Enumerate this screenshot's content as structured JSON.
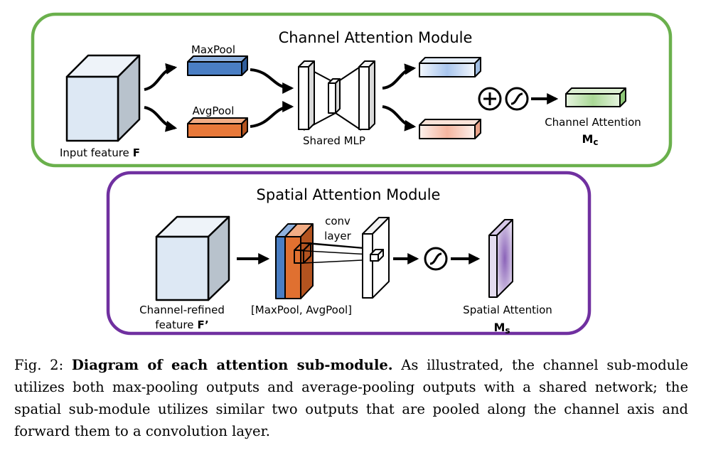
{
  "channel_module": {
    "title": "Channel Attention Module",
    "input_label": "Input feature",
    "input_symbol": "F",
    "maxpool_label": "MaxPool",
    "avgpool_label": "AvgPool",
    "mlp_label": "Shared MLP",
    "output_label": "Channel Attention",
    "output_symbol": "M",
    "output_subscript": "c"
  },
  "spatial_module": {
    "title": "Spatial Attention Module",
    "input_label_line1": "Channel-refined",
    "input_label_line2": "feature",
    "input_symbol": "F’",
    "concat_label": "[MaxPool, AvgPool]",
    "conv_label_line1": "conv",
    "conv_label_line2": "layer",
    "output_label": "Spatial Attention",
    "output_symbol": "M",
    "output_subscript": "s"
  },
  "caption": {
    "prefix": "Fig. 2:",
    "title": "Diagram of each attention sub-module.",
    "body": "As illustrated, the channel sub-module utilizes both max-pooling outputs and average-pooling outputs with a shared network; the spatial sub-module utilizes similar two outputs that are pooled along the channel axis and forward them to a convolution layer."
  },
  "colors": {
    "channel_border": "#6ab04c",
    "spatial_border": "#7030a0",
    "maxpool_blue": "#4a7ec4",
    "avgpool_orange": "#e8793a",
    "cube_front": "#dde8f4",
    "cube_side": "#b8c2cc",
    "green_output": "#b9e0a5",
    "purple_output": "#a48ac4"
  }
}
